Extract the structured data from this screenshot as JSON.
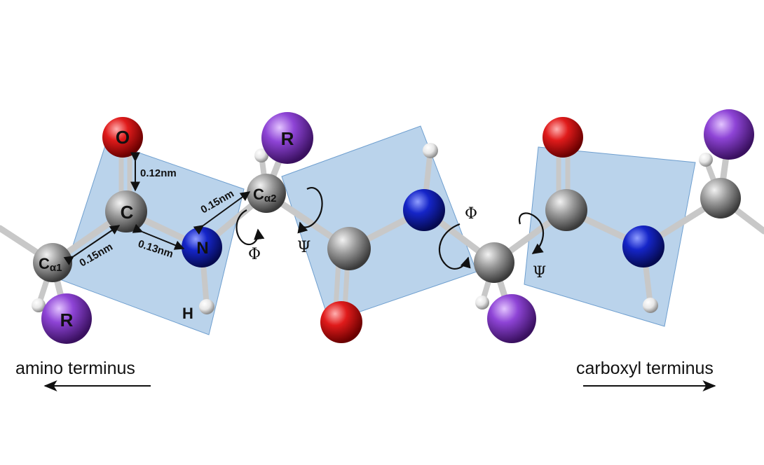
{
  "labels": {
    "oxygen": "O",
    "carbonyl_carbon": "C",
    "nitrogen": "N",
    "hydrogen": "H",
    "r_group": "R",
    "c_alpha_1": "Cα1",
    "c_alpha_1_main": "C",
    "c_alpha_1_sub": "α1",
    "c_alpha_2_main": "C",
    "c_alpha_2_sub": "α2"
  },
  "distances": {
    "co_double": "0.12nm",
    "calpha_c": "0.15nm",
    "c_n": "0.13nm",
    "n_calpha": "0.15nm"
  },
  "angles": {
    "phi": "Φ",
    "psi": "Ψ"
  },
  "termini": {
    "amino": "amino terminus",
    "carboxyl": "carboxyl terminus"
  },
  "colors": {
    "plane": "#a9c8e6",
    "plane_edge": "#6f9fcf",
    "carbon": "#8a8a8a",
    "oxygen": "#e01b1b",
    "nitrogen": "#1525c8",
    "r_group": "#8e44d6",
    "hydrogen": "#eeeeee",
    "bond": "#d9d9d9"
  }
}
